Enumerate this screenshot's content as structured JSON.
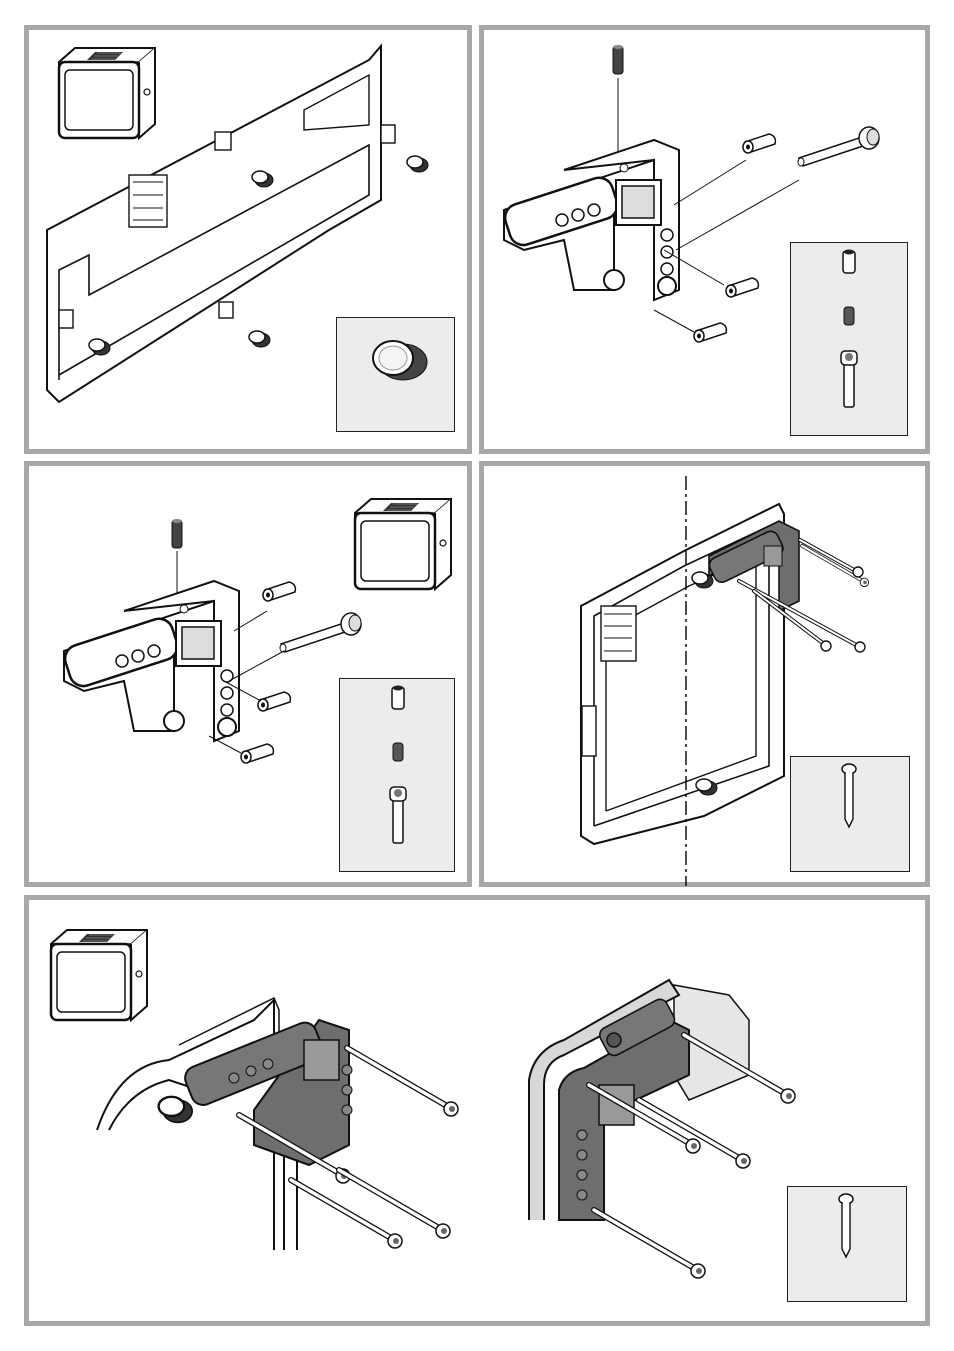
{
  "colors": {
    "panel_border": "#a8a8a8",
    "inset_fill": "#ececec",
    "part_dark": "#707070",
    "line": "#1a1a1a"
  },
  "icons": {
    "device_box": "device-box-icon",
    "knob": "knob-icon",
    "pin": "pin-icon",
    "sleeve": "sleeve-icon",
    "cap_screw": "cap-screw-icon",
    "long_screw": "long-screw-icon"
  },
  "panels": [
    {
      "id": "step-1",
      "parts": [
        "device-box",
        "mounting-frame",
        "knob"
      ]
    },
    {
      "id": "step-2",
      "parts": [
        "bracket",
        "pin",
        "sleeve",
        "cap-screw"
      ]
    },
    {
      "id": "step-3",
      "parts": [
        "device-box",
        "bracket",
        "pin",
        "sleeve",
        "cap-screw"
      ]
    },
    {
      "id": "step-4",
      "parts": [
        "mounting-frame",
        "bracket",
        "long-screw"
      ]
    },
    {
      "id": "step-5",
      "parts": [
        "device-box",
        "bracket",
        "long-screw"
      ]
    }
  ]
}
